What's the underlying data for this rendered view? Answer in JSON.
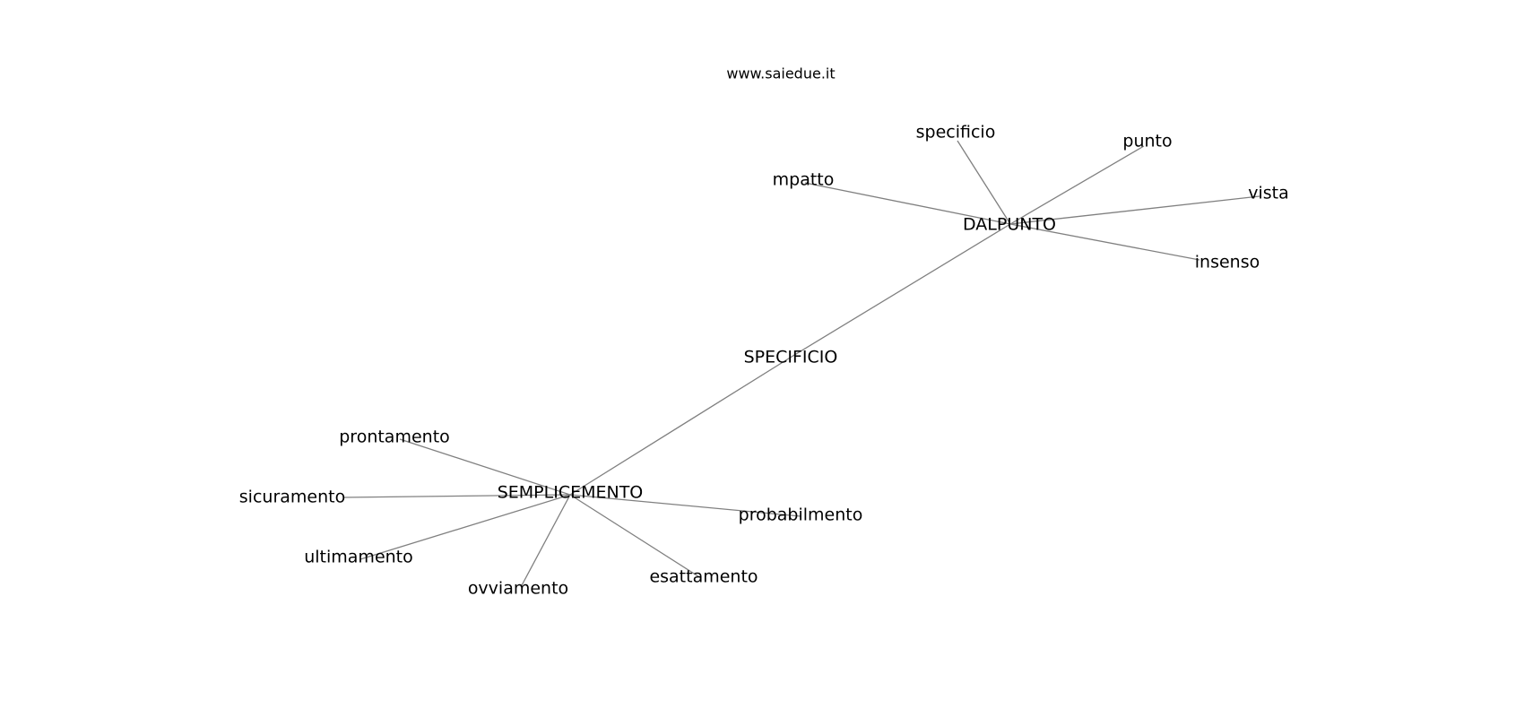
{
  "site": {
    "label": "www.saiedue.it"
  },
  "graph": {
    "nodes": [
      {
        "id": "specificio",
        "label": "specificio"
      },
      {
        "id": "punto",
        "label": "punto"
      },
      {
        "id": "mpatto",
        "label": "mpatto"
      },
      {
        "id": "vista",
        "label": "vista"
      },
      {
        "id": "DALPUNTO",
        "label": "DALPUNTO"
      },
      {
        "id": "insenso",
        "label": "insenso"
      },
      {
        "id": "SPECIFICIO",
        "label": "SPECIFICIO"
      },
      {
        "id": "prontamento",
        "label": "prontamento"
      },
      {
        "id": "sicuramento",
        "label": "sicuramento"
      },
      {
        "id": "SEMPLICEMENTO",
        "label": "SEMPLICEMENTO"
      },
      {
        "id": "probabilmento",
        "label": "probabilmento"
      },
      {
        "id": "ultimamento",
        "label": "ultimamento"
      },
      {
        "id": "ovviamento",
        "label": "ovviamento"
      },
      {
        "id": "esattamento",
        "label": "esattamento"
      }
    ],
    "edges": [
      [
        "DALPUNTO",
        "specificio"
      ],
      [
        "DALPUNTO",
        "punto"
      ],
      [
        "DALPUNTO",
        "mpatto"
      ],
      [
        "DALPUNTO",
        "vista"
      ],
      [
        "DALPUNTO",
        "insenso"
      ],
      [
        "DALPUNTO",
        "SPECIFICIO"
      ],
      [
        "SPECIFICIO",
        "SEMPLICEMENTO"
      ],
      [
        "SEMPLICEMENTO",
        "prontamento"
      ],
      [
        "SEMPLICEMENTO",
        "sicuramento"
      ],
      [
        "SEMPLICEMENTO",
        "probabilmento"
      ],
      [
        "SEMPLICEMENTO",
        "ultimamento"
      ],
      [
        "SEMPLICEMENTO",
        "ovviamento"
      ],
      [
        "SEMPLICEMENTO",
        "esattamento"
      ]
    ]
  }
}
